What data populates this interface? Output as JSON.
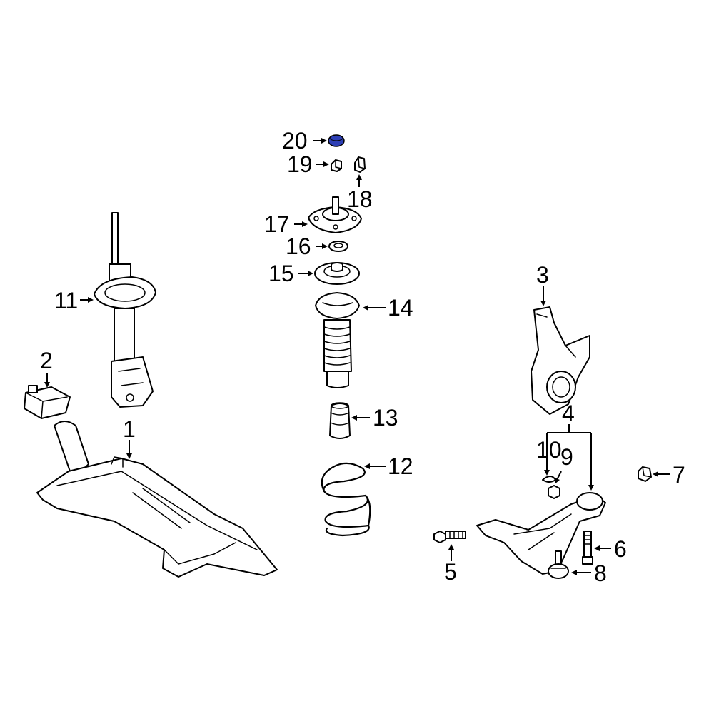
{
  "callouts": [
    {
      "id": "1",
      "label": "1"
    },
    {
      "id": "2",
      "label": "2"
    },
    {
      "id": "3",
      "label": "3"
    },
    {
      "id": "4",
      "label": "4"
    },
    {
      "id": "5",
      "label": "5"
    },
    {
      "id": "6",
      "label": "6"
    },
    {
      "id": "7",
      "label": "7"
    },
    {
      "id": "8",
      "label": "8"
    },
    {
      "id": "9",
      "label": "9"
    },
    {
      "id": "10",
      "label": "10"
    },
    {
      "id": "11",
      "label": "11"
    },
    {
      "id": "12",
      "label": "12"
    },
    {
      "id": "13",
      "label": "13"
    },
    {
      "id": "14",
      "label": "14"
    },
    {
      "id": "15",
      "label": "15"
    },
    {
      "id": "16",
      "label": "16"
    },
    {
      "id": "17",
      "label": "17"
    },
    {
      "id": "18",
      "label": "18"
    },
    {
      "id": "19",
      "label": "19"
    },
    {
      "id": "20",
      "label": "20"
    }
  ],
  "highlight_color": "#2d3fb5"
}
